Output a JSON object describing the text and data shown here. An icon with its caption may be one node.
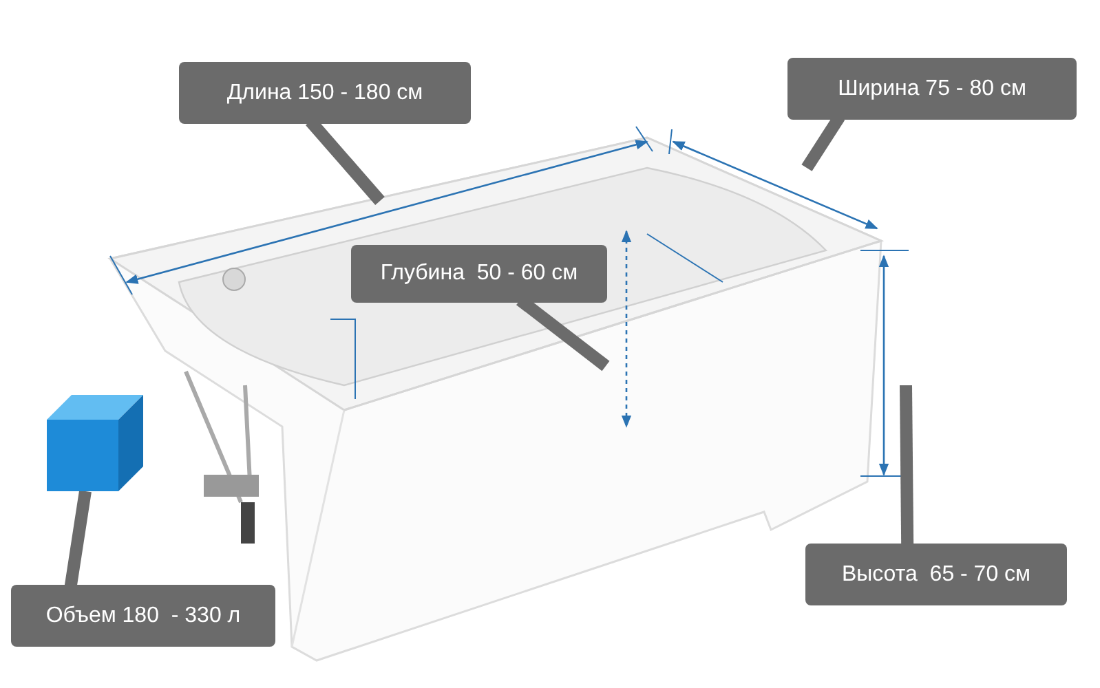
{
  "diagram": {
    "nodes": [
      {
        "text": [
          "Длина 150 - 180 см"
        ]
      },
      {
        "text": [
          "Ширина 75 - 80 см"
        ]
      },
      {
        "text": [
          "Глубина  50 - 60 см"
        ]
      },
      {
        "text": [
          "Высота  65 - 70 см"
        ]
      },
      {
        "text": [
          "Объем 180  - 330 л"
        ]
      },
      {
        "text": [],
        "shape": "box"
      }
    ],
    "edges": [
      {
        "from": 0,
        "to": null,
        "arrow": "none"
      },
      {
        "from": 1,
        "to": null,
        "arrow": "none"
      },
      {
        "from": 2,
        "to": null,
        "arrow": "none"
      },
      {
        "from": 3,
        "to": null,
        "arrow": "none"
      },
      {
        "from": 4,
        "to": 5,
        "arrow": "none"
      }
    ]
  }
}
